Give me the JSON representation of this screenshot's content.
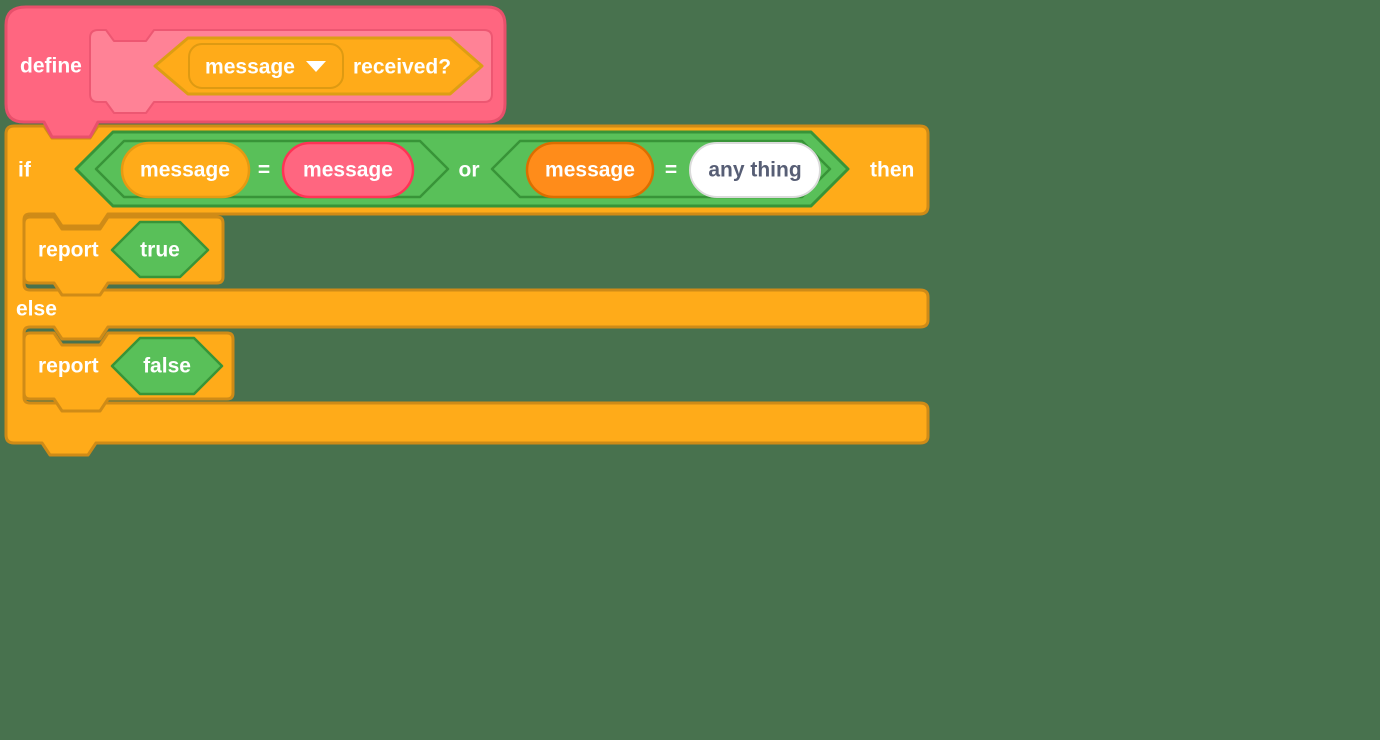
{
  "colors": {
    "background": "#48724E",
    "my_blocks_pink": "#FF6680",
    "my_blocks_pink_border": "#E8506B",
    "prototype_slot_pink": "#FF8296",
    "control_orange": "#FFAB19",
    "control_orange_border": "#CF8B17",
    "operators_green": "#59C059",
    "operators_green_border": "#389438",
    "variables_orange": "#FF8C1A",
    "variables_orange_border": "#DB6E00",
    "pink_reporter_border": "#FF3355",
    "input_fill": "#FFFFFF",
    "input_text": "#575E75",
    "label_text": "#FFFFFF"
  },
  "define_script": {
    "define_label": "define",
    "prototype": {
      "dropdown_value": "message",
      "suffix_label": "received?"
    }
  },
  "if_script": {
    "if_label": "if",
    "then_label": "then",
    "else_label": "else",
    "condition": {
      "or_label": "or",
      "left_eq": {
        "left_operand": "message",
        "operator": "=",
        "right_operand": "message"
      },
      "right_eq": {
        "left_operand": "message",
        "operator": "=",
        "right_operand": "any thing"
      }
    },
    "then_branch": {
      "report_label": "report",
      "value": "true"
    },
    "else_branch": {
      "report_label": "report",
      "value": "false"
    }
  }
}
